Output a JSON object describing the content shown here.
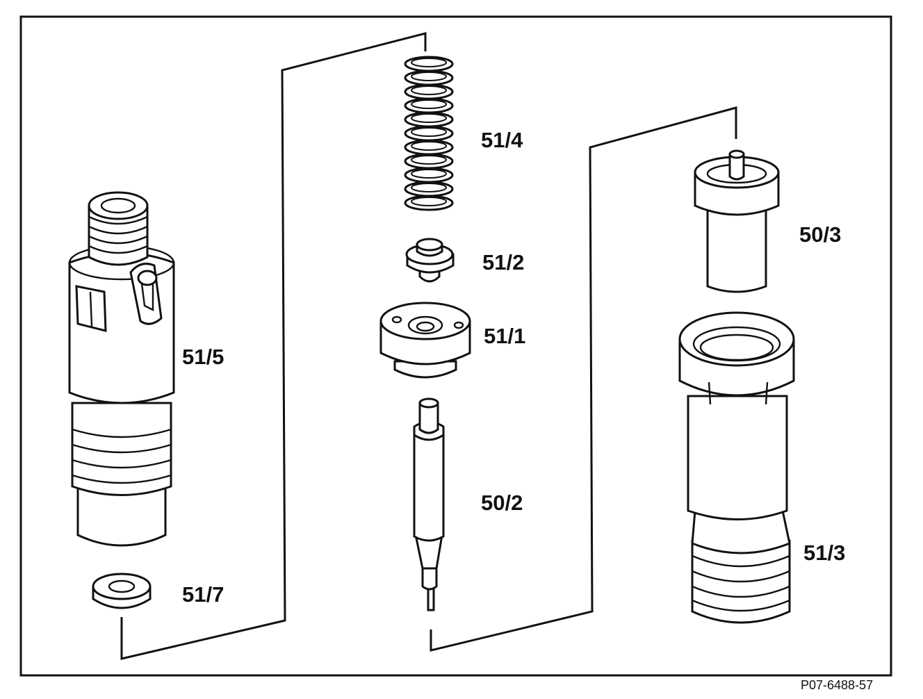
{
  "figure": {
    "reference": "P07-6488-57"
  },
  "parts": [
    {
      "id": "51/5"
    },
    {
      "id": "51/7"
    },
    {
      "id": "51/4"
    },
    {
      "id": "51/2"
    },
    {
      "id": "51/1"
    },
    {
      "id": "50/2"
    },
    {
      "id": "50/3"
    },
    {
      "id": "51/3"
    }
  ],
  "colors": {
    "ink": "#111111",
    "background": "#ffffff"
  }
}
